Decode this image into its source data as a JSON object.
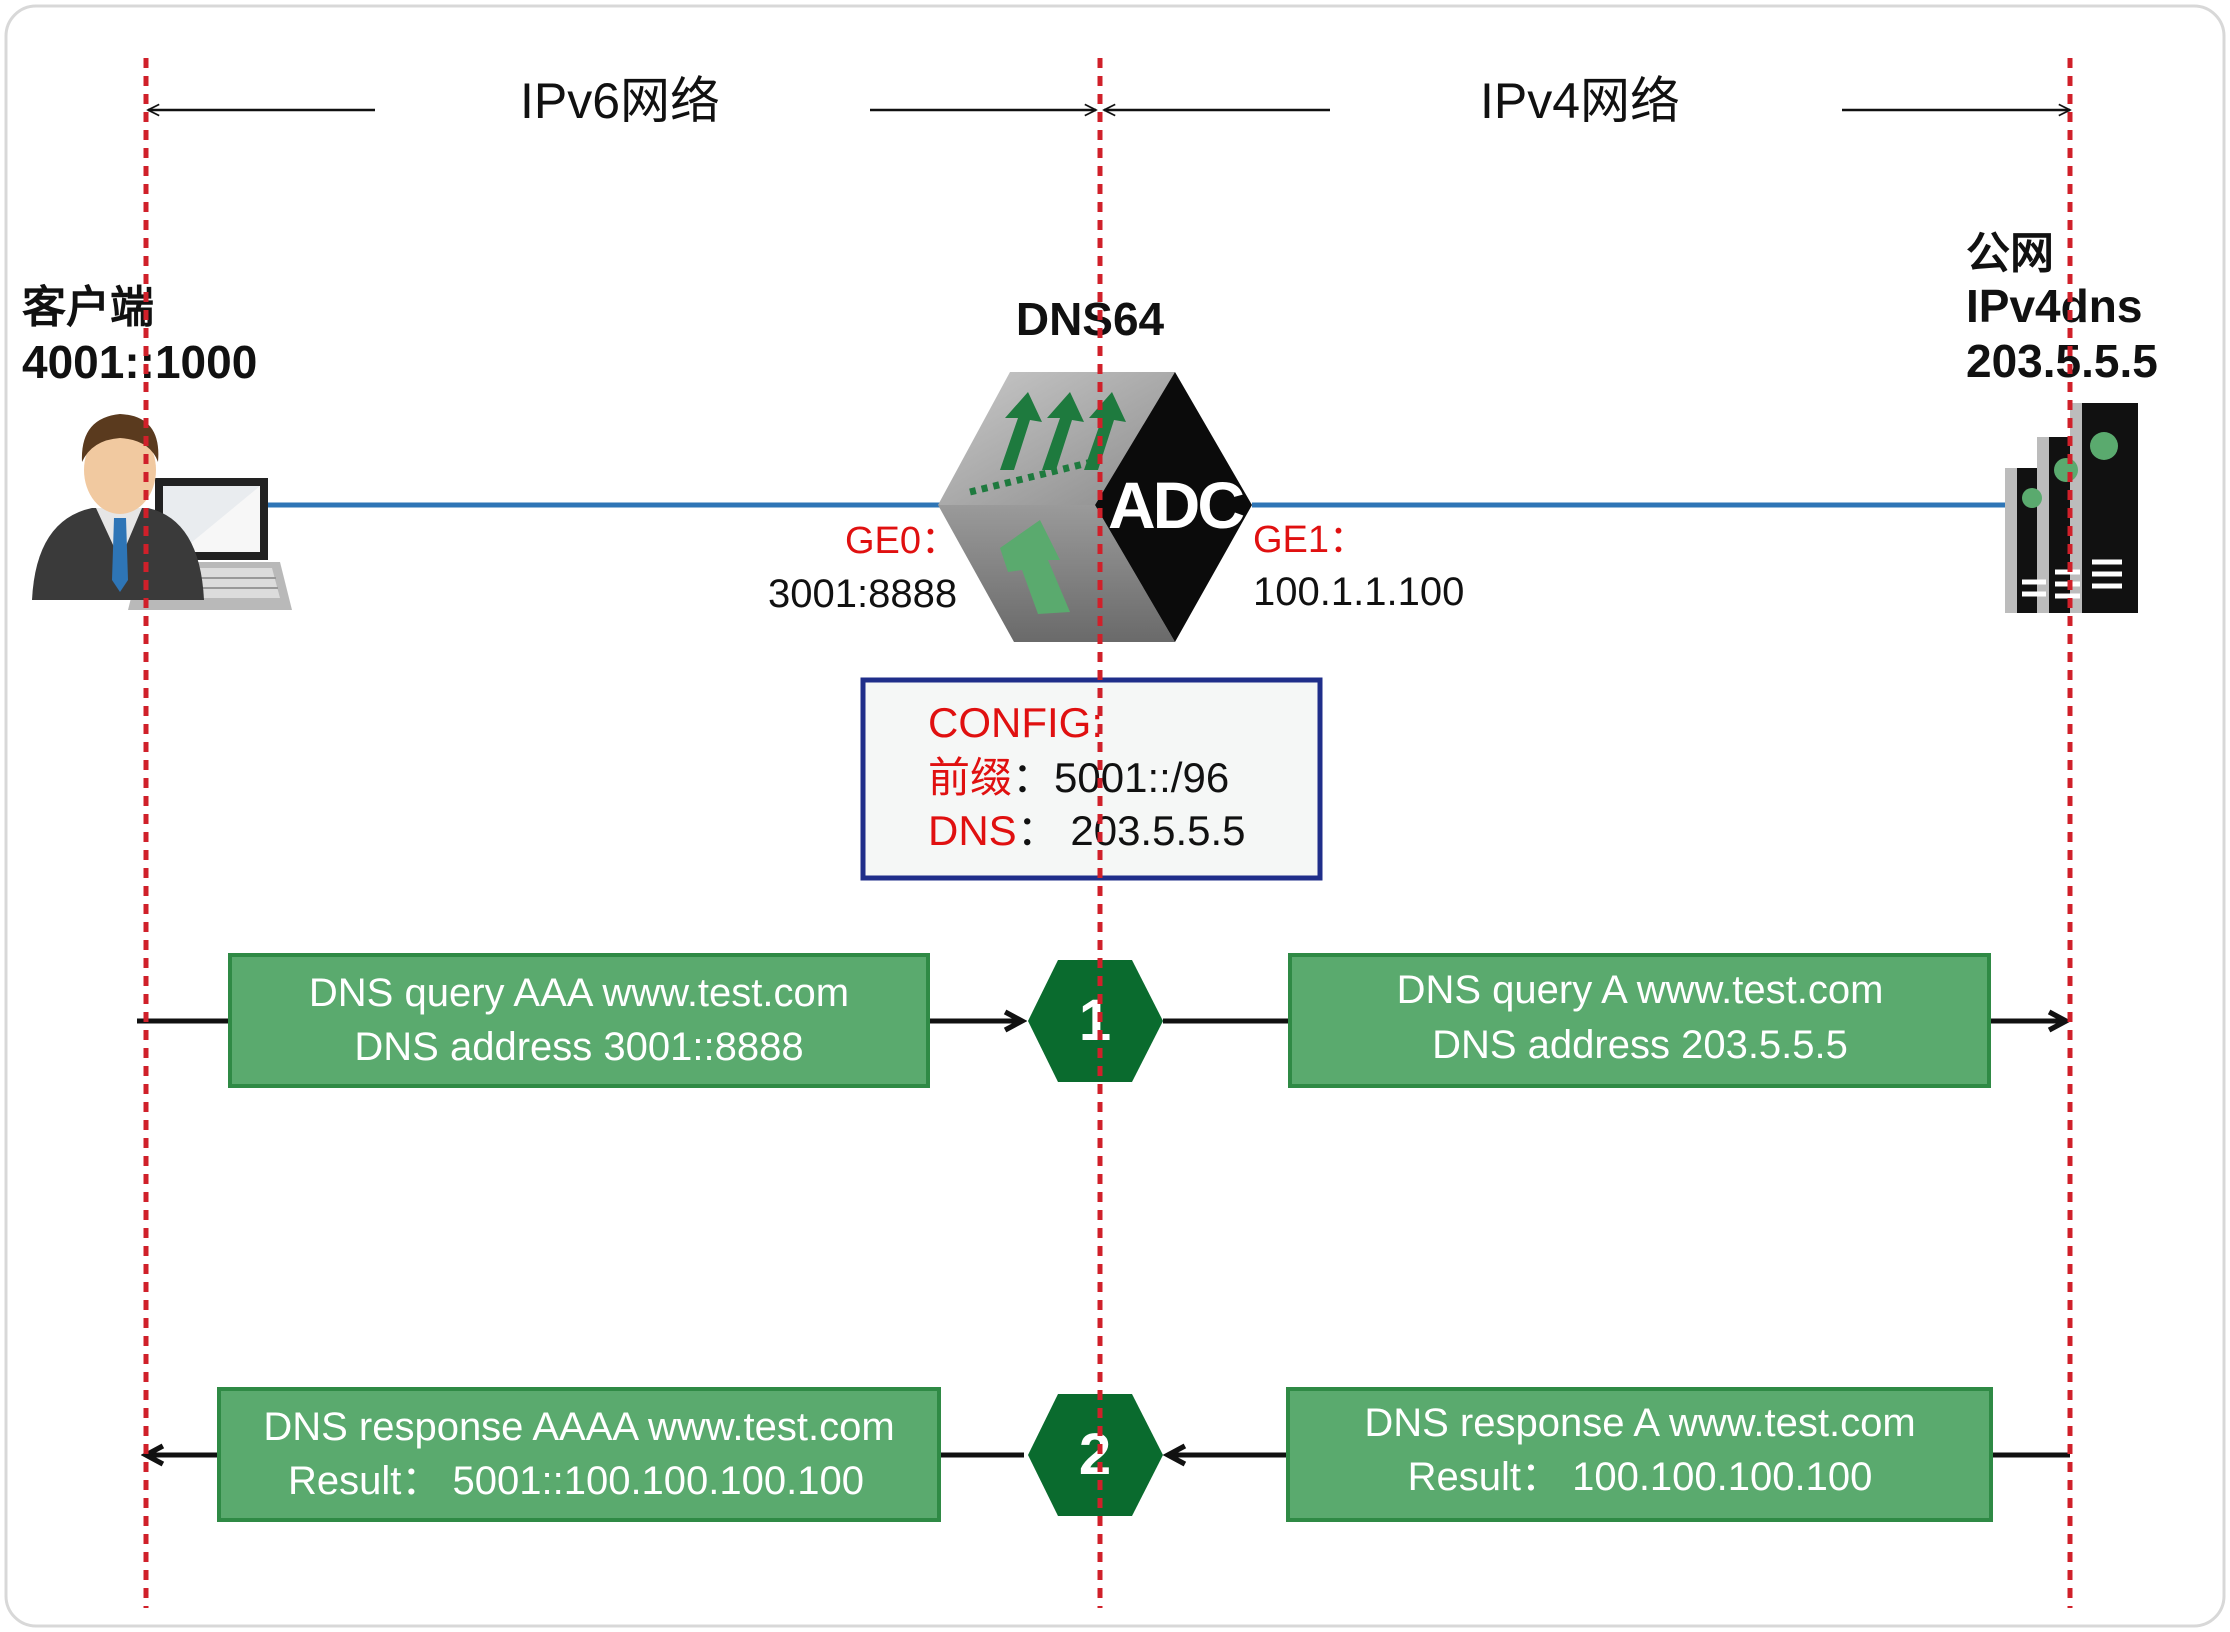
{
  "header": {
    "ipv6_label": "IPv6网络",
    "ipv4_label": "IPv4网络"
  },
  "client": {
    "title": "客户端",
    "address": "4001::1000"
  },
  "adc": {
    "title": "DNS64",
    "logo_text": "ADC",
    "ge0_label": "GE0：",
    "ge0_address": "3001:8888",
    "ge1_label": "GE1：",
    "ge1_address": "100.1.1.100"
  },
  "server": {
    "line1": "公网",
    "line2": "IPv4dns",
    "line3": "203.5.5.5"
  },
  "config": {
    "title": "CONFIG:",
    "prefix_label": "前缀",
    "prefix_value": "：5001::/96",
    "dns_label": "DNS",
    "dns_value": "：  203.5.5.5"
  },
  "steps": [
    {
      "number": "1",
      "left_line1": "DNS query AAA www.test.com",
      "left_line2": "DNS address 3001::8888",
      "right_line1": "DNS query A www.test.com",
      "right_line2": "DNS address 203.5.5.5"
    },
    {
      "number": "2",
      "left_line1": "DNS response AAAA www.test.com",
      "left_line2": "Result：  5001::100.100.100.100",
      "right_line1": "DNS response A www.test.com",
      "right_line2": "Result：  100.100.100.100"
    }
  ],
  "colors": {
    "red_dashed": "#d0202a",
    "link_blue": "#2e75b6",
    "box_green": "#5aaa6e",
    "box_border": "#2f8a45",
    "hex_green": "#0a6b2e",
    "config_border": "#1f2e8a",
    "label_red": "#e01010"
  }
}
